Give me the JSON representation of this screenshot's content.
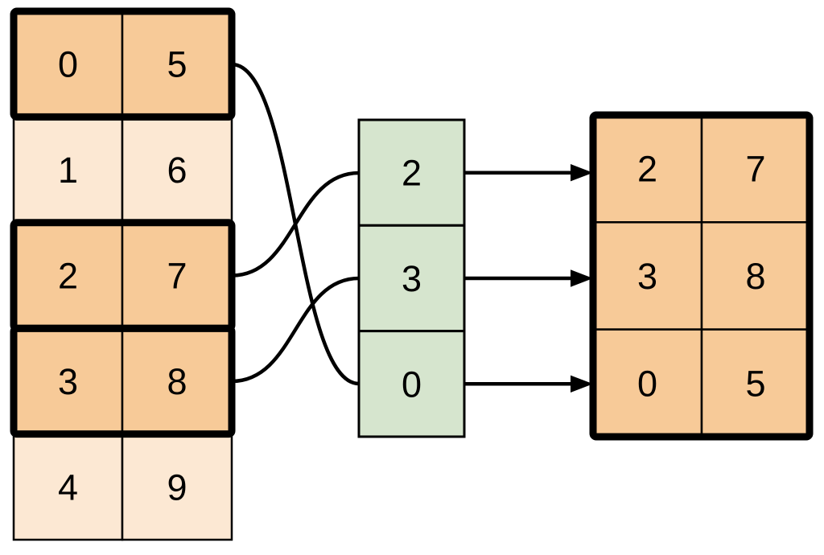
{
  "colors": {
    "highlight_fill": "#F7CA98",
    "light_fill": "#FCE8D3",
    "index_fill": "#D6E5CE",
    "stroke": "#000000",
    "background": "#FFFFFF"
  },
  "source_table": {
    "rows": [
      {
        "cells": [
          "0",
          "5"
        ],
        "highlighted": true
      },
      {
        "cells": [
          "1",
          "6"
        ],
        "highlighted": false
      },
      {
        "cells": [
          "2",
          "7"
        ],
        "highlighted": true
      },
      {
        "cells": [
          "3",
          "8"
        ],
        "highlighted": true
      },
      {
        "cells": [
          "4",
          "9"
        ],
        "highlighted": false
      }
    ]
  },
  "index_column": {
    "cells": [
      "2",
      "3",
      "0"
    ]
  },
  "result_table": {
    "rows": [
      {
        "cells": [
          "2",
          "7"
        ]
      },
      {
        "cells": [
          "3",
          "8"
        ]
      },
      {
        "cells": [
          "0",
          "5"
        ]
      }
    ]
  }
}
